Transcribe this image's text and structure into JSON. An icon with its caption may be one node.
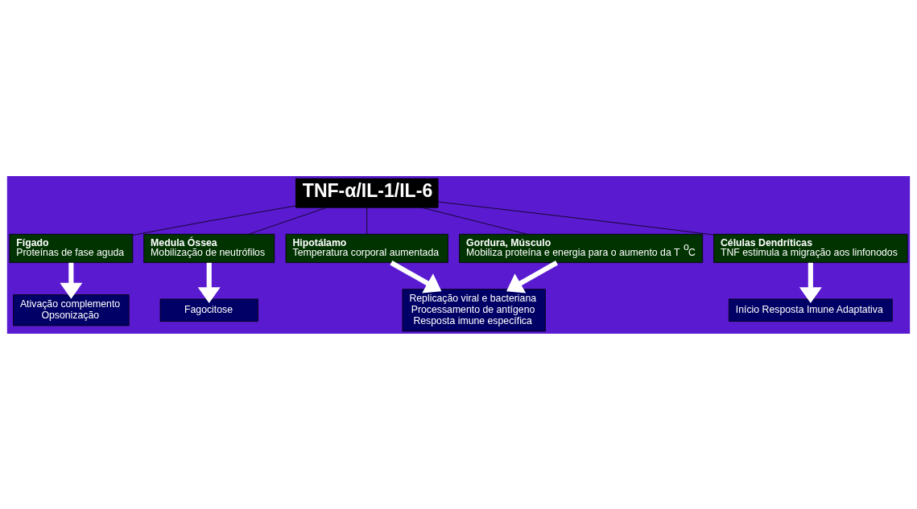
{
  "diagram": {
    "nodes": [
      {
        "text": [
          "TNF-α/IL-1/IL-6"
        ]
      },
      {
        "text": [
          "Fígado",
          "Proteínas de fase aguda"
        ]
      },
      {
        "text": [
          "Medula Óssea",
          "Mobilização de neutrófilos"
        ]
      },
      {
        "text": [
          "Hipotálamo",
          "Temperatura corporal aumentada"
        ]
      },
      {
        "text": [
          "Gordura, Músculo",
          "Mobiliza proteína e energia para o aumento da T$^{o}$C"
        ]
      },
      {
        "text": [
          "Células Dendríticas",
          "TNF estimula a migração aos linfonodos"
        ]
      },
      {
        "text": [
          "Ativação complemento",
          "Opsonização"
        ]
      },
      {
        "text": [
          "Fagocitose"
        ]
      },
      {
        "text": [
          "Replicação viral e bacteriana",
          "Processamento de antígeno",
          "Resposta imune específica"
        ]
      },
      {
        "text": [
          "Início Resposta Imune Adaptativa"
        ]
      }
    ],
    "edges": [
      {
        "from": 0,
        "to": 1,
        "arrow": "none"
      },
      {
        "from": 0,
        "to": 2,
        "arrow": "none"
      },
      {
        "from": 0,
        "to": 3,
        "arrow": "none"
      },
      {
        "from": 0,
        "to": 4,
        "arrow": "none"
      },
      {
        "from": 0,
        "to": 5,
        "arrow": "none"
      },
      {
        "from": 1,
        "to": 6,
        "arrow": "to",
        "style": "thick",
        "color": "#ffffff"
      },
      {
        "from": 2,
        "to": 7,
        "arrow": "to",
        "style": "thick",
        "color": "#ffffff"
      },
      {
        "from": 3,
        "to": 8,
        "arrow": "to",
        "style": "thick",
        "color": "#ffffff"
      },
      {
        "from": 4,
        "to": 8,
        "arrow": "to",
        "style": "thick",
        "color": "#ffffff"
      },
      {
        "from": 5,
        "to": 9,
        "arrow": "to",
        "style": "thick",
        "color": "#ffffff"
      }
    ]
  }
}
